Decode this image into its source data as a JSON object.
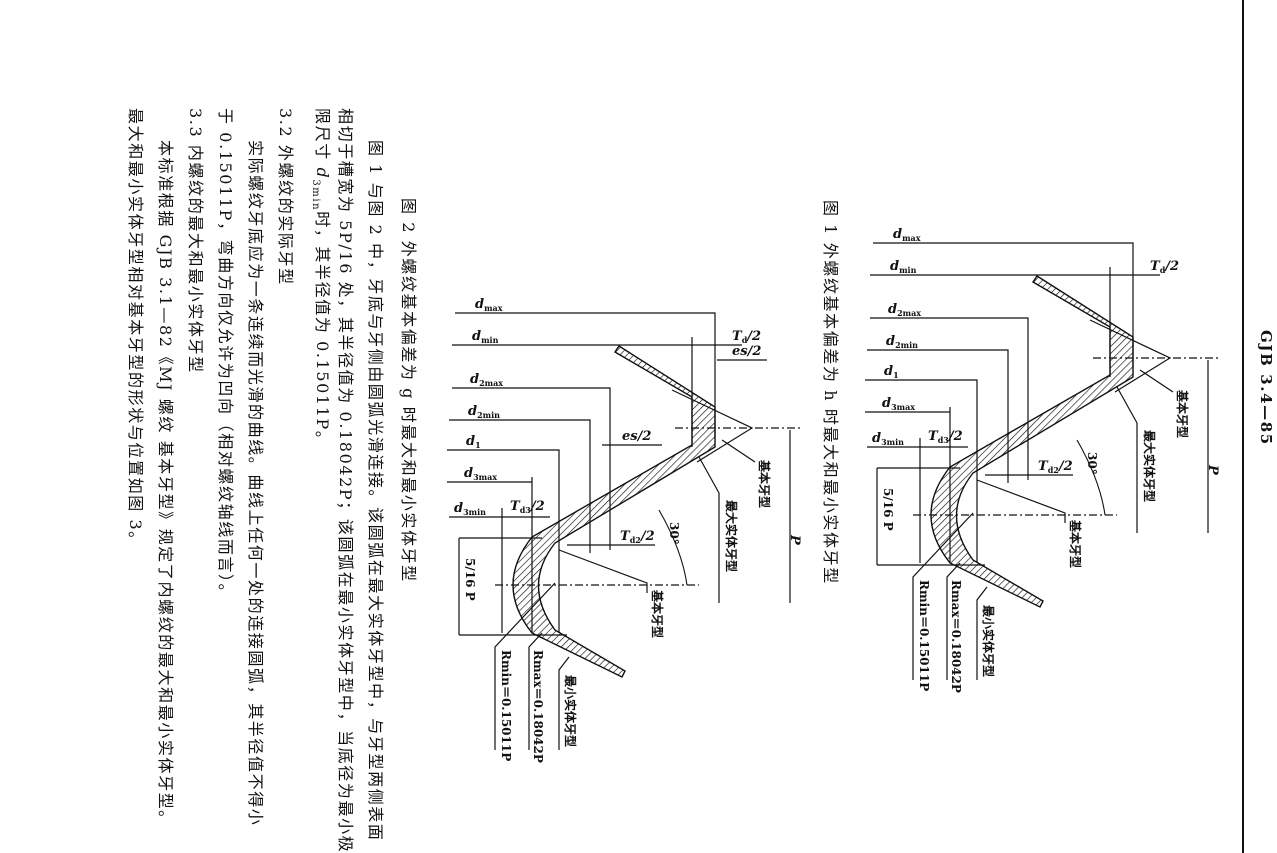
{
  "header": {
    "code": "GJB 3.4—85"
  },
  "figure1": {
    "caption": "图 1  外螺纹基本偏差为 h 时最大和最小实体牙型",
    "labels": {
      "d_max": {
        "main": "d",
        "sub": "max"
      },
      "d_min": {
        "main": "d",
        "sub": "min"
      },
      "d2_max": {
        "main": "d",
        "sub": "2max"
      },
      "d2_min": {
        "main": "d",
        "sub": "2min"
      },
      "d1": {
        "main": "d",
        "sub": "1"
      },
      "d3_max": {
        "main": "d",
        "sub": "3max"
      },
      "d3_min": {
        "main": "d",
        "sub": "3min"
      },
      "td": {
        "main": "T",
        "sub": "d",
        "post": "/2"
      },
      "td3": {
        "main": "T",
        "sub": "d3",
        "post": "/2"
      },
      "td2": {
        "main": "T",
        "sub": "d2",
        "post": "/2"
      },
      "pitch": "P",
      "angle": "30°",
      "groove": "5/16 P",
      "basic_top": "基本牙型",
      "max_material": "最大实体牙型",
      "basic_bottom": "基本牙型",
      "min_material": "最小实体牙型",
      "r_max": "Rmax＝0.18042P",
      "r_min": "Rmin＝0.15011P"
    }
  },
  "figure2": {
    "caption": "图 2  外螺纹基本偏差为 g 时最大和最小实体牙型",
    "labels": {
      "d_max": {
        "main": "d",
        "sub": "max"
      },
      "d_min": {
        "main": "d",
        "sub": "min"
      },
      "d2_max": {
        "main": "d",
        "sub": "2max"
      },
      "d2_min": {
        "main": "d",
        "sub": "2min"
      },
      "d1": {
        "main": "d",
        "sub": "1"
      },
      "d3_max": {
        "main": "d",
        "sub": "3max"
      },
      "d3_min": {
        "main": "d",
        "sub": "3min"
      },
      "td": {
        "main": "T",
        "sub": "d",
        "post": "/2"
      },
      "td3": {
        "main": "T",
        "sub": "d3",
        "post": "/2"
      },
      "td2": {
        "main": "T",
        "sub": "d2",
        "post": "/2"
      },
      "es_top": {
        "main": "es/2",
        "sub": ""
      },
      "es_mid": {
        "main": "es/2",
        "sub": ""
      },
      "pitch": "P",
      "angle": "30°",
      "groove": "5/16 P",
      "basic_top": "基本牙型",
      "max_material": "最大实体牙型",
      "basic_bottom": "基本牙型",
      "min_material": "最小实体牙型",
      "r_max": "Rmax＝0.18042P",
      "r_min": "Rmin＝0.15011P"
    }
  },
  "body": {
    "p1_line1": "图 1 与图 2 中，牙底与牙侧由圆弧光滑连接。该圆弧在最大实体牙型中，与牙型两侧表面",
    "p1_line2": "相切于槽宽为 5P/16 处，其半径值为 0.18042P；该圆弧在最小实体牙型中，当底径为最小极",
    "p1_line3": {
      "pre": "限尺寸 ",
      "var": "d",
      "sub": "3min",
      "post": "时，其半径值为 0.15011P。"
    },
    "h32": "3.2  外螺纹的实际牙型",
    "p2_line1": "实际螺纹牙底应为一条连续而光滑的曲线。曲线上任何一处的连接圆弧，其半径值不得小",
    "p2_line2": "于 0.15011P，弯曲方向仅允许为凹向（相对螺纹轴线而言）。",
    "h33": "3.3  内螺纹的最大和最小实体牙型",
    "p3_line1": "本标准根据 GJB 3.1—82《MJ 螺纹  基本牙型》规定了内螺纹的最大和最小实体牙型。",
    "p3_line2": "最大和最小实体牙型相对基本牙型的形状与位置如图 3。"
  }
}
